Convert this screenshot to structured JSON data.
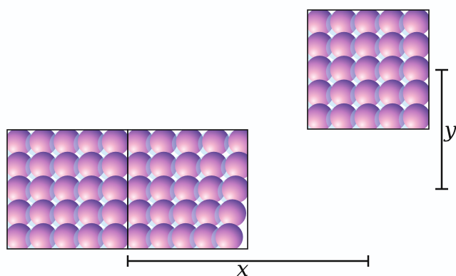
{
  "labels": {
    "horizontal": "x",
    "vertical": "y"
  },
  "crystal": {
    "rows": 5,
    "left_block_columns": 5,
    "right_block_columns": 5,
    "top_block_columns": 5,
    "sphere_colors": {
      "highlight": "#ffe2ec",
      "mid": "#c977b8",
      "shadow": "#5a3d86",
      "rim": "#9fd3ef"
    }
  }
}
